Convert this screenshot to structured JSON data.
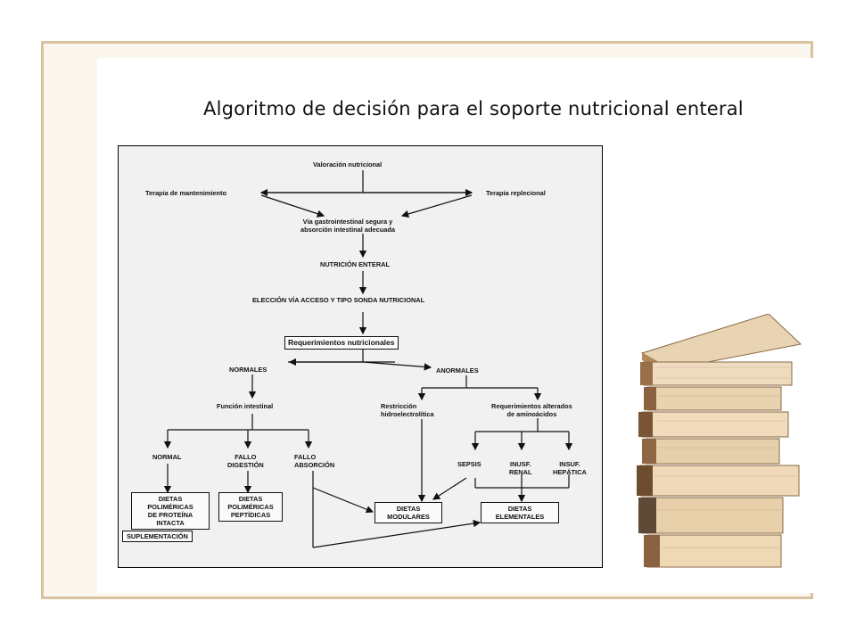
{
  "slide": {
    "title": "Algoritmo de decisión para el soporte nutricional enteral"
  },
  "diagram": {
    "nodes": {
      "valoracion": "Valoración nutricional",
      "mantenimiento": "Terapia de mantenimiento",
      "replecional": "Terapia replecional",
      "via_1": "Vía gastrointestinal segura y",
      "via_2": "absorción intestinal adecuada",
      "nutricion_enteral": "NUTRICIÓN ENTERAL",
      "eleccion": "ELECCIÓN VÍA ACCESO Y TIPO SONDA NUTRICIONAL",
      "requerimientos": "Requerimientos nutricionales",
      "normales": "NORMALES",
      "anormales": "ANORMALES",
      "funcion": "Función intestinal",
      "restriccion_1": "Restricción",
      "restriccion_2": "hidroelectrolítica",
      "req_alt_1": "Requerimientos alterados",
      "req_alt_2": "de aminoácidos",
      "normal": "NORMAL",
      "fallo_dig_1": "FALLO",
      "fallo_dig_2": "DIGESTIÓN",
      "fallo_abs_1": "FALLO",
      "fallo_abs_2": "ABSORCIÓN",
      "sepsis": "SEPSIS",
      "renal_1": "INUSF.",
      "renal_2": "RENAL",
      "hepatica_1": "INSUF.",
      "hepatica_2": "HEPÁTICA",
      "poli_int_1": "DIETAS",
      "poli_int_2": "POLIMÉRICAS",
      "poli_int_3": "DE PROTEÍNA",
      "poli_int_4": "INTACTA",
      "poli_pep_1": "DIETAS",
      "poli_pep_2": "POLIMÉRICAS",
      "poli_pep_3": "PEPTÍDICAS",
      "modulares_1": "DIETAS",
      "modulares_2": "MODULARES",
      "elementales_1": "DIETAS",
      "elementales_2": "ELEMENTALES",
      "suplementacion": "SUPLEMENTACIÓN"
    }
  },
  "colors": {
    "frame_border": "#d9c2a0",
    "diagram_bg": "#f1f1f1",
    "ink": "#111111"
  },
  "icons": {
    "decoration": "book-stack-icon"
  }
}
